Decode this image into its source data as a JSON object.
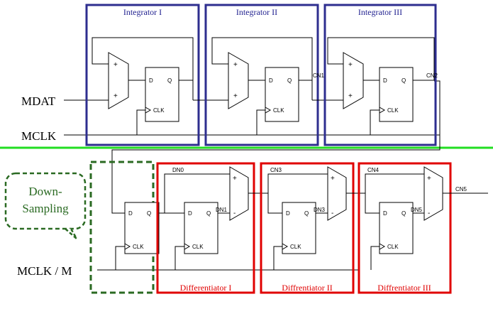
{
  "inputs": {
    "mdat": "MDAT",
    "mclk": "MCLK",
    "mclk_m": "MCLK / M"
  },
  "integrators": [
    {
      "label": "Integrator I",
      "output": ""
    },
    {
      "label": "Integrator II",
      "output": "CN1"
    },
    {
      "label": "Integrator III",
      "output": "CN2"
    }
  ],
  "downsampling": {
    "label_line1": "Down-",
    "label_line2": "Sampling"
  },
  "differentiators": [
    {
      "label": "Differentiator  I",
      "delay_in": "DN0",
      "delay_out": "DN1",
      "output": "CN3"
    },
    {
      "label": "Diffrentiator  II",
      "delay_in": "CN3",
      "delay_out": "DN3",
      "output": "CN4"
    },
    {
      "label": "Diffrentiator  III",
      "delay_in": "CN4",
      "delay_out": "DN5",
      "output": "CN5"
    }
  ],
  "pins": {
    "d": "D",
    "q": "Q",
    "clk": "CLK",
    "plus": "+",
    "minus": "-"
  },
  "colors": {
    "integrator_box": "#2e2e8f",
    "differentiator_box": "#e00000",
    "downsampling_box": "#2a6a22",
    "separator_line": "#22dd22"
  }
}
